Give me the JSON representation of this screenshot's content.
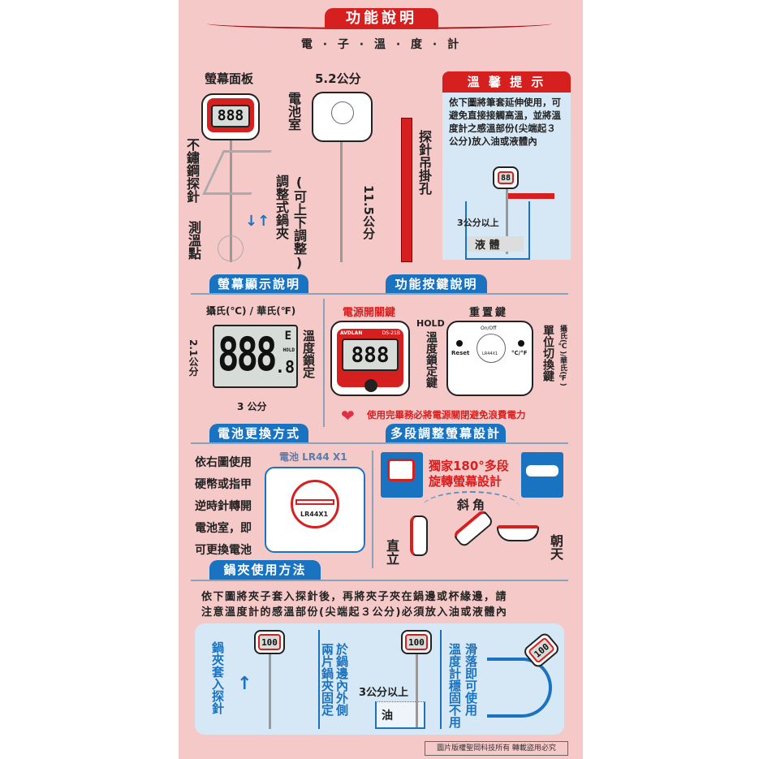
{
  "header": {
    "title": "功能說明",
    "subtitle": "電 · 子 · 溫 · 度 · 計"
  },
  "overview": {
    "screen_panel": "螢幕面板",
    "width": "5.2公分",
    "battery_room": "電池室",
    "probe": "不鏽鋼探針",
    "measure_point": "測溫點",
    "clip": "調整式鍋夾",
    "clip_note": "(可上下調整)",
    "length": "11.5公分",
    "hang_hole": "探針吊掛孔",
    "lcd_small": "888"
  },
  "tip": {
    "title": "溫 馨 提 示",
    "text": "依下圖將筆套延伸使用，可避免直接接觸高溫，並將溫度計之感溫部份(尖端起３公分)放入油或液體內",
    "depth": "3公分以上",
    "liquid": "液 體",
    "lcd": "88"
  },
  "display": {
    "tab": "螢幕顯示說明",
    "units": "攝氏(℃) / 華氏(℉)",
    "lcd_digits": "888",
    "lcd_decimal": ".8",
    "lcd_unit": "E",
    "lcd_hold": "HOLD",
    "height": "2.1公分",
    "width": "3 公分",
    "hold_label": "溫度鎖定"
  },
  "buttons": {
    "tab": "功能按鍵說明",
    "power": "電源開關鍵",
    "reset_key": "重置鍵",
    "brand": "AVDLAN",
    "model": "DS-21B",
    "hold": "HOLD",
    "hold_key": "溫度鎖定鍵",
    "on_off": "On/Off",
    "reset": "Reset",
    "cf": "°C/°F",
    "battery": "LR44X1",
    "unit_key": "單位切換鍵",
    "unit_note": "攝氏(℃)/華氏(℉)",
    "warning": "使用完畢務必將電源關閉避免浪費電力"
  },
  "battery": {
    "tab": "電池更換方式",
    "lines": [
      "依右圖使用",
      "硬幣或指甲",
      "逆時針轉開",
      "電池室，即",
      "可更換電池"
    ],
    "type": "電池 LR44 X1",
    "label": "LR44X1"
  },
  "rotate": {
    "tab": "多段調整螢幕設計",
    "line1": "獨家180°多段",
    "line2": "旋轉螢幕設計",
    "angle": "斜角",
    "upright": "直立",
    "up": "朝天"
  },
  "clip": {
    "tab": "鍋夾使用方法",
    "text1": "依下圖將夾子套入探針後，再將夾子夾在鍋邊或杯緣邊，請",
    "text2": "注意溫度計的感溫部份(尖端起３公分)必須放入油或液體內",
    "step1": "鍋夾套入探針",
    "step2a": "兩片鍋夾固定",
    "step2b": "於鍋邊內外側",
    "depth": "3公分以上",
    "oil": "油",
    "step3a": "溫度計穩固不用",
    "step3b": "滑落即可使用",
    "lcd": "100"
  },
  "footer": {
    "copyright": "圖片版權聖岡科技所有 轉載盜用必究"
  },
  "colors": {
    "panel": "#f6c9c9",
    "red": "#d62020",
    "blue": "#1a73c0",
    "light_blue": "#d6e8f6"
  }
}
